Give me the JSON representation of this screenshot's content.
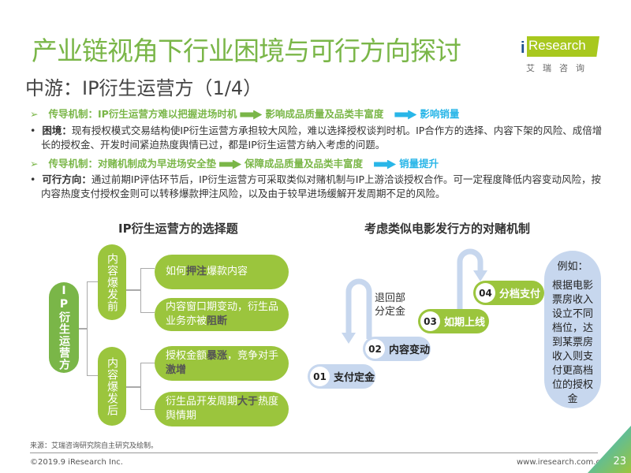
{
  "header": {
    "title": "产业链视角下行业困境与可行方向探讨",
    "subtitle": "中游：IP衍生运营方（1/4）",
    "logo_text": "Research",
    "logo_i": "i",
    "logo_cn": "艾瑞咨询"
  },
  "bullets": {
    "mech1": {
      "label": "传导机制：IP衍生运营方难以把握进场时机",
      "mid": "影响成品质量及品类丰富度",
      "end": "影响销量"
    },
    "dilemma": {
      "head": "困境：",
      "text": "现有授权模式交易结构使IP衍生运营方承担较大风险，难以选择授权谈判时机。IP合作方的选择、内容下架的风险、成倍增长的授权金、开发时间紧迫热度舆情已过，都是IP衍生运营方纳入考虑的问题。"
    },
    "mech2": {
      "label": "传导机制：对赌机制成为早进场安全垫",
      "mid": "保障成品质量及品类丰富度",
      "end": "销量提升"
    },
    "direction": {
      "head": "可行方向：",
      "text": "通过前期IP评估环节后，IP衍生运营方可采取类似对赌机制与IP上游洽谈授权合作。可一定程度降低内容变动风险，按内容热度支付授权金则可以转移爆款押注风险，以及由于较早进场缓解开发周期不足的风险。"
    }
  },
  "left_diagram": {
    "title": "IP衍生运营方的选择题",
    "root": "IP衍生运营方",
    "branches": [
      {
        "label": "内容爆发前"
      },
      {
        "label": "内容爆发后"
      }
    ],
    "options": [
      {
        "pre": "如何",
        "hl": "押注",
        "post": "爆款内容"
      },
      {
        "pre": "内容窗口期变动，衍生品业务亦被",
        "hl": "阻断",
        "post": ""
      },
      {
        "pre": "授权金额",
        "hl": "暴涨",
        "post": "，竞争对手",
        "hl2": "激增"
      },
      {
        "pre": "衍生品开发周期",
        "hl": "大于",
        "post": "热度舆情期"
      }
    ]
  },
  "right_diagram": {
    "title": "考虑类似电影发行方的对赌机制",
    "steps": [
      {
        "num": "01",
        "label": "支付定金"
      },
      {
        "num": "02",
        "label": "内容变动"
      },
      {
        "num": "03",
        "label": "如期上线"
      },
      {
        "num": "04",
        "label": "分档支付"
      }
    ],
    "refund_note": "退回部分定金",
    "example_head": "例如：",
    "example_text": "根据电影票房收入设立不同档位，达到某票房收入则支付更高档位的授权金"
  },
  "footer": {
    "source": "来源：艾瑞咨询研究院自主研究及绘制。",
    "copyright": "©2019.9 iResearch Inc.",
    "url": "www.iresearch.com.cn",
    "page": "23"
  },
  "colors": {
    "green": "#9bc53d",
    "title_green": "#7ab648",
    "blue": "#29b6e8",
    "light_blue": "#c7d7ee"
  }
}
